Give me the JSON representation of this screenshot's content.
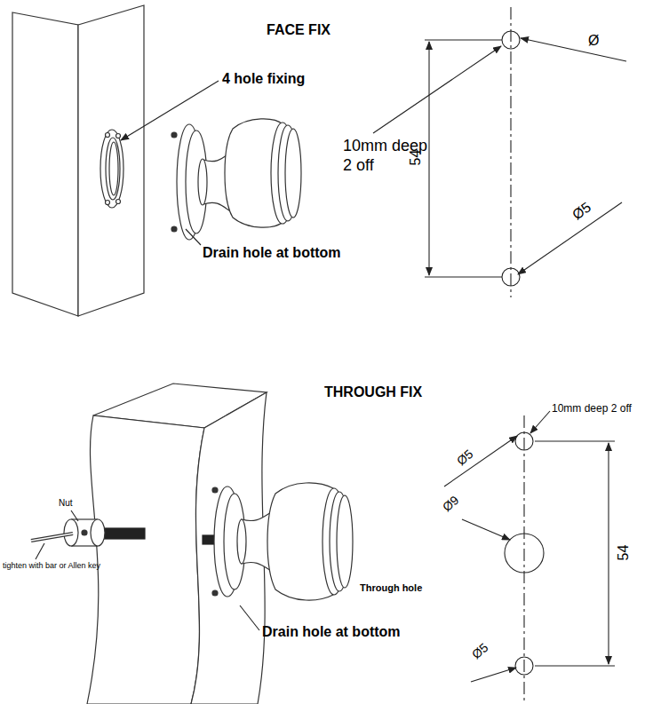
{
  "diagram": {
    "labels": [
      "FACE FIX",
      "4 hole fixing",
      "Drain hole at bottom",
      "Ø",
      "10mm deep 2 off",
      "54",
      "Ø5",
      "THROUGH FIX",
      "Nut",
      "tighten with bar or Allen key",
      "Drain hole at bottom",
      "10mm deep 2 off",
      "Ø5",
      "Ø9",
      "Through hole",
      "54",
      "Ø5"
    ]
  }
}
